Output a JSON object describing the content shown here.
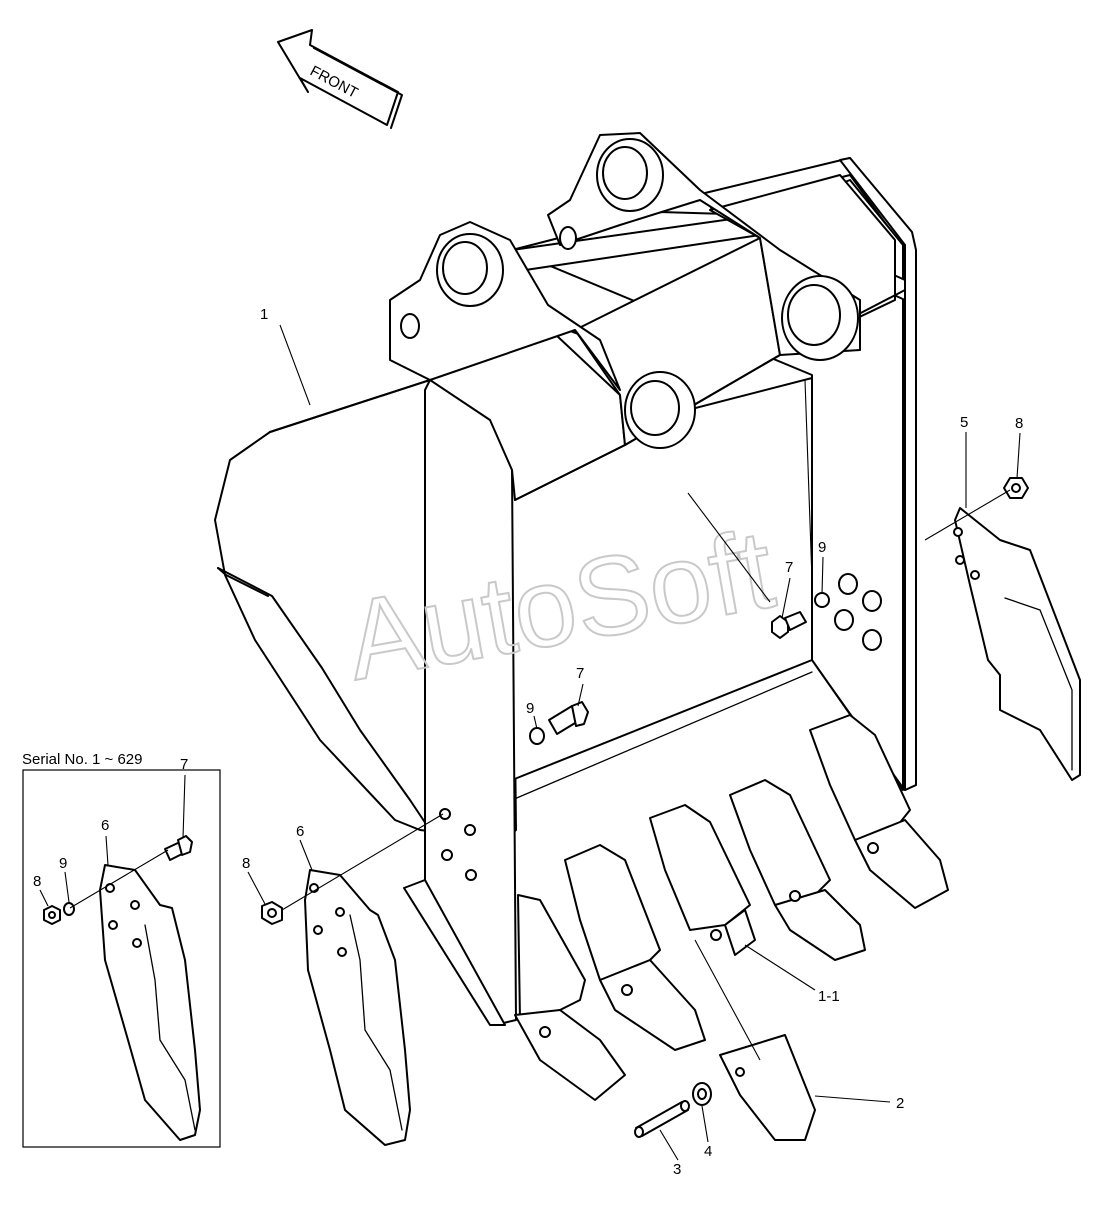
{
  "direction_arrow": {
    "label": "FRONT"
  },
  "watermark": {
    "text": "AutoSoft"
  },
  "inset": {
    "title": "Serial No. 1 ~ 629"
  },
  "callouts": {
    "bucket": "1",
    "tooth_adapter": "1-1",
    "tooth_point": "2",
    "pin": "3",
    "washer": "4",
    "side_cutter_right": "5",
    "side_cutter_left": "6",
    "bolt_right": "7",
    "bolt_left": "7",
    "nut_right": "8",
    "nut_left": "8",
    "washer_right": "9",
    "washer_left": "9",
    "inset_side_cutter": "6",
    "inset_bolt": "7",
    "inset_nut": "8",
    "inset_washer": "9"
  }
}
